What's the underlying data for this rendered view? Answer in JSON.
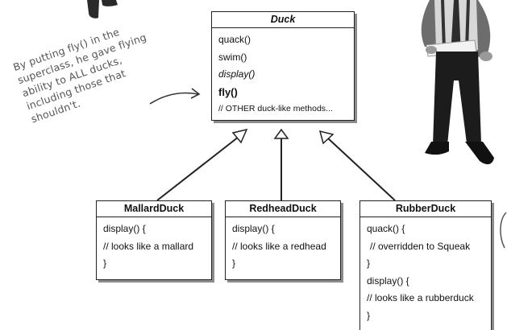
{
  "annotation": {
    "lines": [
      "By putting fly() in the",
      "superclass, he gave flying",
      "ability to ALL ducks,",
      "including those that",
      "shouldn't."
    ]
  },
  "duck": {
    "name": "Duck",
    "methods": {
      "quack": "quack()",
      "swim": "swim()",
      "display": "display()",
      "fly": "fly()",
      "other": "// OTHER duck-like methods..."
    }
  },
  "mallard": {
    "name": "MallardDuck",
    "lines": [
      "display() {",
      "// looks like a mallard",
      "}"
    ]
  },
  "redhead": {
    "name": "RedheadDuck",
    "lines": [
      "display() {",
      "// looks like a redhead",
      "}"
    ]
  },
  "rubber": {
    "name": "RubberDuck",
    "lines": [
      "quack() {",
      "// overridden to Squeak",
      "}",
      "display() {",
      "// looks like a rubberduck",
      "}"
    ]
  }
}
